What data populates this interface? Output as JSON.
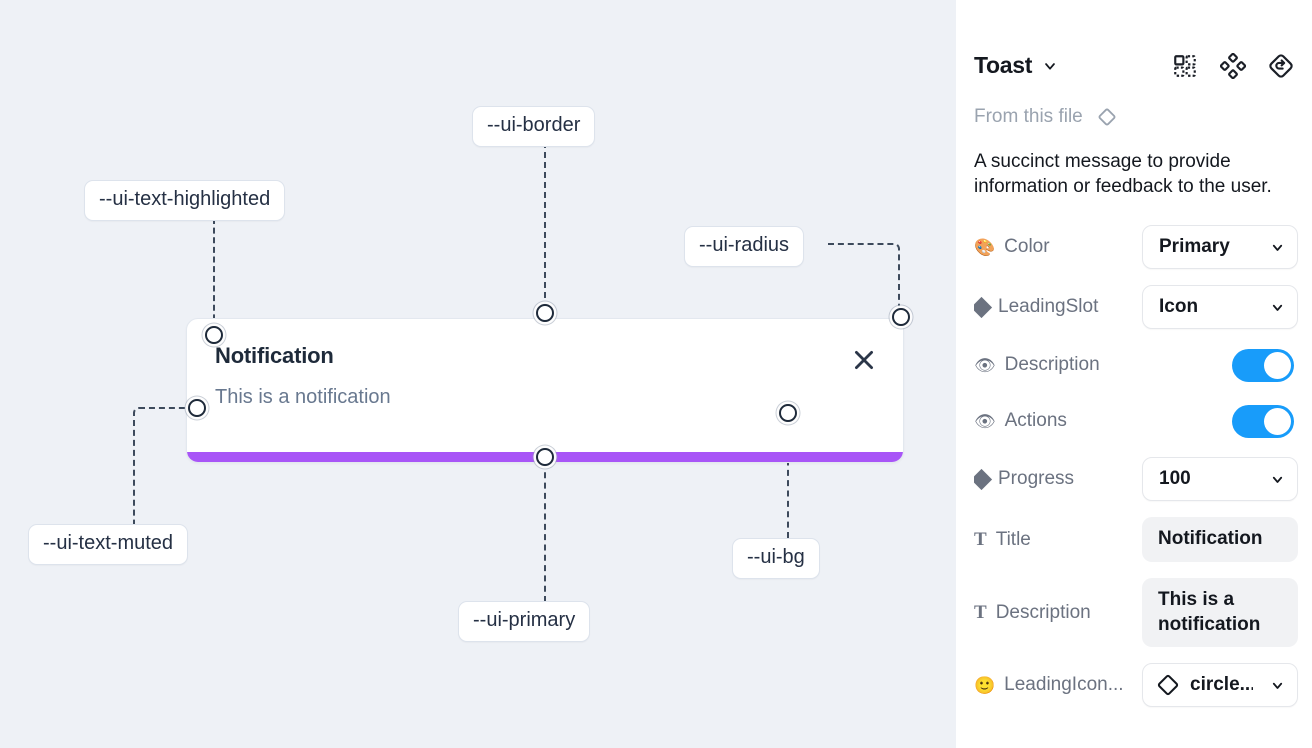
{
  "canvas": {
    "toast": {
      "title": "Notification",
      "description": "This is a notification",
      "close_icon": "close-x-icon",
      "progress_color": "#a855f7",
      "background": "#ffffff",
      "border_color": "#e3e8ef"
    },
    "background": "#eef1f6",
    "tokens": [
      {
        "id": "ui-text-highlighted",
        "label": "--ui-text-highlighted"
      },
      {
        "id": "ui-border",
        "label": "--ui-border"
      },
      {
        "id": "ui-radius",
        "label": "--ui-radius"
      },
      {
        "id": "ui-text-muted",
        "label": "--ui-text-muted"
      },
      {
        "id": "ui-primary",
        "label": "--ui-primary"
      },
      {
        "id": "ui-bg",
        "label": "--ui-bg"
      }
    ]
  },
  "panel": {
    "title": "Toast",
    "title_chevron_icon": "chevron-down-icon",
    "header_icons": [
      {
        "name": "component-set-icon"
      },
      {
        "name": "variants-icon"
      },
      {
        "name": "reset-instance-icon"
      }
    ],
    "from_this_file": {
      "label": "From this file",
      "icon": "diamond-component-icon"
    },
    "description": "A succinct message to provide information or feedback to the user.",
    "properties": [
      {
        "name": "Color",
        "icon": "palette-emoji",
        "icon_glyph": "🎨",
        "control": "select",
        "value": "Primary"
      },
      {
        "name": "LeadingSlot",
        "icon": "diamond-icon",
        "control": "select",
        "value": "Icon"
      },
      {
        "name": "Description",
        "icon": "eye-emoji",
        "icon_glyph": "👁",
        "control": "toggle",
        "value": "on"
      },
      {
        "name": "Actions",
        "icon": "eye-emoji",
        "icon_glyph": "👁",
        "control": "toggle",
        "value": "on"
      },
      {
        "name": "Progress",
        "icon": "diamond-icon",
        "control": "select",
        "value": "100"
      },
      {
        "name": "Title",
        "icon": "text-t-icon",
        "icon_glyph": "T",
        "control": "text",
        "value": "Notification"
      },
      {
        "name": "Description",
        "icon": "text-t-icon",
        "icon_glyph": "T",
        "control": "text",
        "value": "This is a notification"
      },
      {
        "name": "LeadingIcon...",
        "icon": "smiley-emoji",
        "icon_glyph": "🙂",
        "control": "icon-select",
        "value": "circle..."
      }
    ]
  },
  "colors": {
    "canvas_bg": "#eef1f6",
    "panel_bg": "#ffffff",
    "accent_toggle": "#189cfa",
    "primary_purple": "#a855f7",
    "title_text": "#1e2a3a",
    "muted_text": "#68788f"
  }
}
